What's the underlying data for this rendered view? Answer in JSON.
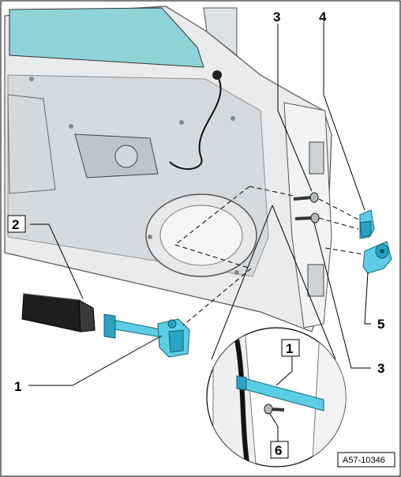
{
  "figure": {
    "code": "A57-10346",
    "callouts": [
      {
        "id": "callout-1-main",
        "label": "1"
      },
      {
        "id": "callout-2",
        "label": "2"
      },
      {
        "id": "callout-3-top",
        "label": "3"
      },
      {
        "id": "callout-4",
        "label": "4"
      },
      {
        "id": "callout-5",
        "label": "5"
      },
      {
        "id": "callout-3-bottom",
        "label": "3"
      },
      {
        "id": "callout-1-detail",
        "label": "1"
      },
      {
        "id": "callout-6",
        "label": "6"
      }
    ]
  },
  "colors": {
    "part_highlight": "#5ccde6",
    "glass": "#8ed3d8",
    "door_metal": "#e9ebed",
    "outline": "#000000"
  }
}
